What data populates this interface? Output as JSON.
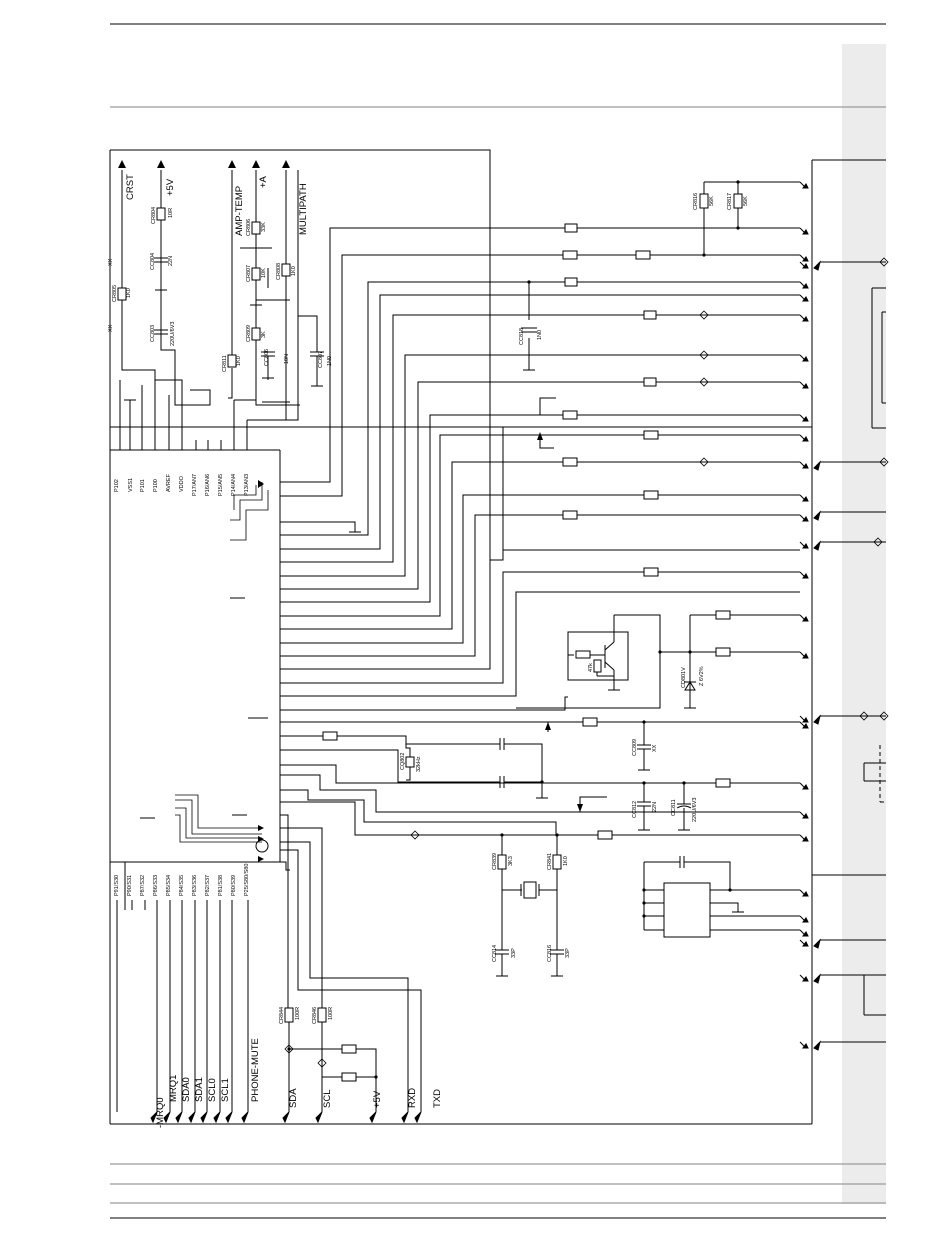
{
  "top_labels": [
    {
      "id": "crst",
      "text": "CRST"
    },
    {
      "id": "p5v",
      "text": "+5V"
    },
    {
      "id": "amptemp",
      "text": "AMP-TEMP"
    },
    {
      "id": "pa",
      "text": "+A"
    },
    {
      "id": "multipath",
      "text": "MULTIPATH"
    }
  ],
  "pin_labels_top": [
    "P102",
    "VSS1",
    "P101",
    "P100",
    "AVREF",
    "VDDO",
    "P17/AN7",
    "P16/AN6",
    "P15/AN5",
    "P14/AN4",
    "P13/AN3"
  ],
  "pin_labels_bottom": [
    "P91/S30",
    "P90/S31",
    "P87/S32",
    "P86/S33",
    "P85/S34",
    "P84/S35",
    "P83/S36",
    "P82/S37",
    "P81/S38",
    "P80/S39",
    "P25/S80/S80"
  ],
  "bottom_labels": [
    "-MRQ0",
    "MRQ1",
    "SDA0",
    "SDA1",
    "SCL0",
    "SCL1",
    "PHONE-MUTE",
    "SDA",
    "SCL",
    "+5V",
    "RXD",
    "TXD"
  ],
  "components": [
    {
      "id": "cr804",
      "ref": "CR804",
      "val": "10R"
    },
    {
      "id": "cc804",
      "ref": "CC804",
      "val": "22N"
    },
    {
      "id": "cr805",
      "ref": "CR805",
      "val": "1K0"
    },
    {
      "id": "cc803",
      "ref": "CC803",
      "val": "220U/6V3"
    },
    {
      "id": "cr806",
      "ref": "CR806",
      "val": "33K"
    },
    {
      "id": "cr807",
      "ref": "CR807",
      "val": "10K"
    },
    {
      "id": "cr808",
      "ref": "CR808",
      "val": "1K0"
    },
    {
      "id": "cr809",
      "ref": "CR809",
      "val": "3K"
    },
    {
      "id": "cr811",
      "ref": "CR811",
      "val": "1K0"
    },
    {
      "id": "cc806",
      "ref": "CC806",
      "val": "10N"
    },
    {
      "id": "cc807",
      "ref": "CC807",
      "val": "1N0"
    },
    {
      "id": "cr816",
      "ref": "CR816",
      "val": "56K"
    },
    {
      "id": "cr817",
      "ref": "CR817",
      "val": "56K"
    },
    {
      "id": "cc818",
      "ref": "CC818",
      "val": "1N0"
    },
    {
      "id": "cd801",
      "ref": "CD801V",
      "val": "Z 6V2%"
    },
    {
      "id": "cq802",
      "ref": "CQ802",
      "val": "32kHz"
    },
    {
      "id": "cc809",
      "ref": "CC809",
      "val": "XX"
    },
    {
      "id": "cc812",
      "ref": "CC812",
      "val": "22N"
    },
    {
      "id": "cc811",
      "ref": "CC811",
      "val": "220U/6V3"
    },
    {
      "id": "cr839",
      "ref": "CR839",
      "val": "3K3"
    },
    {
      "id": "cr841",
      "ref": "CR841",
      "val": "1K0"
    },
    {
      "id": "cc814",
      "ref": "CC814",
      "val": "33P"
    },
    {
      "id": "cc816",
      "ref": "CC816",
      "val": "33P"
    },
    {
      "id": "cr844",
      "ref": "CR844",
      "val": "100R"
    },
    {
      "id": "cr846",
      "ref": "CR846",
      "val": "100R"
    },
    {
      "id": "r47k",
      "ref": "47k",
      "val": ""
    }
  ],
  "xx_labels": [
    "XX",
    "XX"
  ]
}
